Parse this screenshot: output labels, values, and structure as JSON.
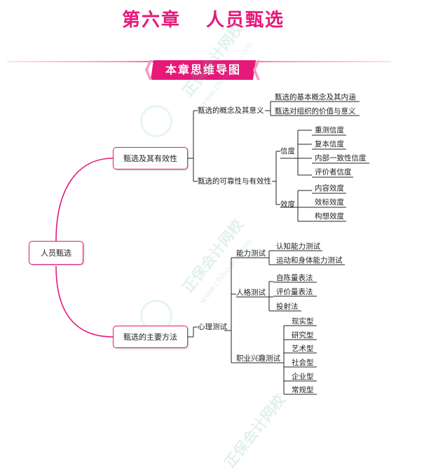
{
  "chapter_title": {
    "number": "第六章",
    "name": "人员甄选"
  },
  "banner": "本章思维导图",
  "watermark": {
    "text": "正保会计网校",
    "url": "www.chinaacc.com"
  },
  "root": "人员甄选",
  "branch1": {
    "label": "甄选及其有效性",
    "sub1": {
      "label": "甄选的概念及其意义",
      "items": [
        "甄选的基本概念及其内涵",
        "甄选对组织的价值与意义"
      ]
    },
    "sub2": {
      "label": "甄选的可靠性与有效性",
      "reliability": {
        "label": "信度",
        "items": [
          "重测信度",
          "复本信度",
          "内部一致性信度",
          "评价者信度"
        ]
      },
      "validity": {
        "label": "效度",
        "items": [
          "内容效度",
          "效标效度",
          "构想效度"
        ]
      }
    }
  },
  "branch2": {
    "label": "甄选的主要方法",
    "psych": {
      "label": "心理测试",
      "ability": {
        "label": "能力测试",
        "items": [
          "认知能力测试",
          "运动和身体能力测试"
        ]
      },
      "personality": {
        "label": "人格测试",
        "items": [
          "自陈量表法",
          "评价量表法",
          "投射法"
        ]
      },
      "interest": {
        "label": "职业兴趣测试",
        "items": [
          "现实型",
          "研究型",
          "艺术型",
          "社会型",
          "企业型",
          "常规型"
        ]
      }
    }
  },
  "colors": {
    "accent": "#e6197a",
    "line": "#222222"
  }
}
